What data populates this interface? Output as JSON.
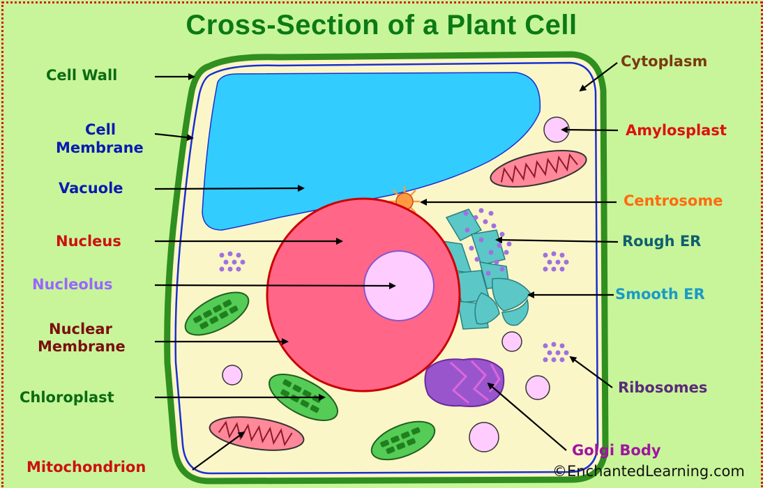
{
  "title": "Cross-Section of a Plant Cell",
  "credit": "©EnchantedLearning.com",
  "labels": {
    "cell_wall": "Cell Wall",
    "cell_membrane_1": "Cell",
    "cell_membrane_2": "Membrane",
    "vacuole": "Vacuole",
    "nucleus": "Nucleus",
    "nucleolus": "Nucleolus",
    "nuclear_membrane_1": "Nuclear",
    "nuclear_membrane_2": "Membrane",
    "chloroplast": "Chloroplast",
    "mitochondrion": "Mitochondrion",
    "cytoplasm": "Cytoplasm",
    "amylosplast": "Amylosplast",
    "centrosome": "Centrosome",
    "rough_er": "Rough ER",
    "smooth_er": "Smooth ER",
    "ribosomes": "Ribosomes",
    "golgi_body": "Golgi Body"
  },
  "colors": {
    "background": "#c8f59a",
    "title": "#0b7a15",
    "cell_wall": "#2f8f1f",
    "cytoplasm": "#fbf6c8",
    "cell_membrane": "#1a2fd1",
    "vacuole": "#33ccff",
    "nucleus": "#ff6688",
    "nucleolus": "#ffccff",
    "chloroplast": "#55cc55",
    "mitochondrion": "#ff8899",
    "er": "#5cc7c7",
    "golgi": "#9955cc",
    "ribosome": "#a070e0",
    "centrosome": "#ff9944"
  }
}
